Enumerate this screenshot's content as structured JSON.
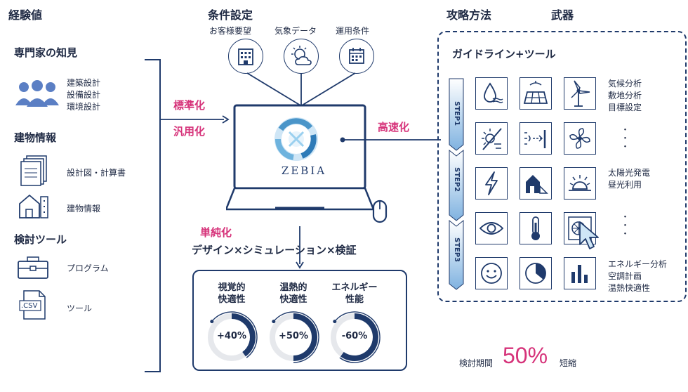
{
  "headers": {
    "experience": "経験値",
    "conditions": "条件設定",
    "strategy": "攻略方法",
    "weapons": "武器"
  },
  "left": {
    "expert_knowledge": "専門家の知見",
    "expert_items": [
      "建築設計",
      "設備設計",
      "環境設計"
    ],
    "building_info": "建物情報",
    "design_docs": "設計図・計算書",
    "building_info_item": "建物情報",
    "study_tools": "検討ツール",
    "program": "プログラム",
    "tool": "ツール",
    "csv_label": ".CSV"
  },
  "conditions": {
    "items": [
      "お客様要望",
      "気象データ",
      "運用条件"
    ]
  },
  "center": {
    "standardize": "標準化",
    "generalize": "汎用化",
    "speedup": "高速化",
    "simplify": "単純化",
    "logo_text": "ZEBIA",
    "design_line": "デザイン×シミュレーション×検証"
  },
  "gauges": [
    {
      "label_line1": "視覚的",
      "label_line2": "快適性",
      "value": "+40%",
      "fraction": 0.4
    },
    {
      "label_line1": "温熱的",
      "label_line2": "快適性",
      "value": "+50%",
      "fraction": 0.5
    },
    {
      "label_line1": "エネルギー",
      "label_line2": "性能",
      "value": "-60%",
      "fraction": 0.6
    }
  ],
  "right": {
    "guideline_title": "ガイドライン+ツール",
    "steps": [
      "STEP1",
      "STEP2",
      "STEP3"
    ],
    "step1_texts": [
      "気候分析",
      "敷地分析",
      "目標設定"
    ],
    "step2_texts": [
      "太陽光発電",
      "昼光利用"
    ],
    "step3_texts": [
      "エネルギー分析",
      "空調計画",
      "温熱快適性"
    ],
    "dots": "・・・"
  },
  "footer": {
    "prefix": "検討期間",
    "value": "50%",
    "suffix": "短縮"
  },
  "colors": {
    "navy": "#1f3a6b",
    "pink": "#d6337a",
    "step_blue": "#9ec2e6"
  },
  "icons": [
    "people-icon",
    "document-stack-icon",
    "building-icon",
    "toolbox-icon",
    "csv-file-icon",
    "office-building-icon",
    "weather-icon",
    "calendar-icon",
    "monitor-icon",
    "water-drop-icon",
    "solar-panel-icon",
    "wind-turbine-icon",
    "sun-shade-icon",
    "sun-arrow-icon",
    "fan-icon",
    "lightning-icon",
    "house-shadow-icon",
    "sunrise-icon",
    "eye-icon",
    "thermometer-icon",
    "cursor-fan-icon",
    "smile-icon",
    "pie-chart-icon",
    "bar-chart-icon"
  ]
}
